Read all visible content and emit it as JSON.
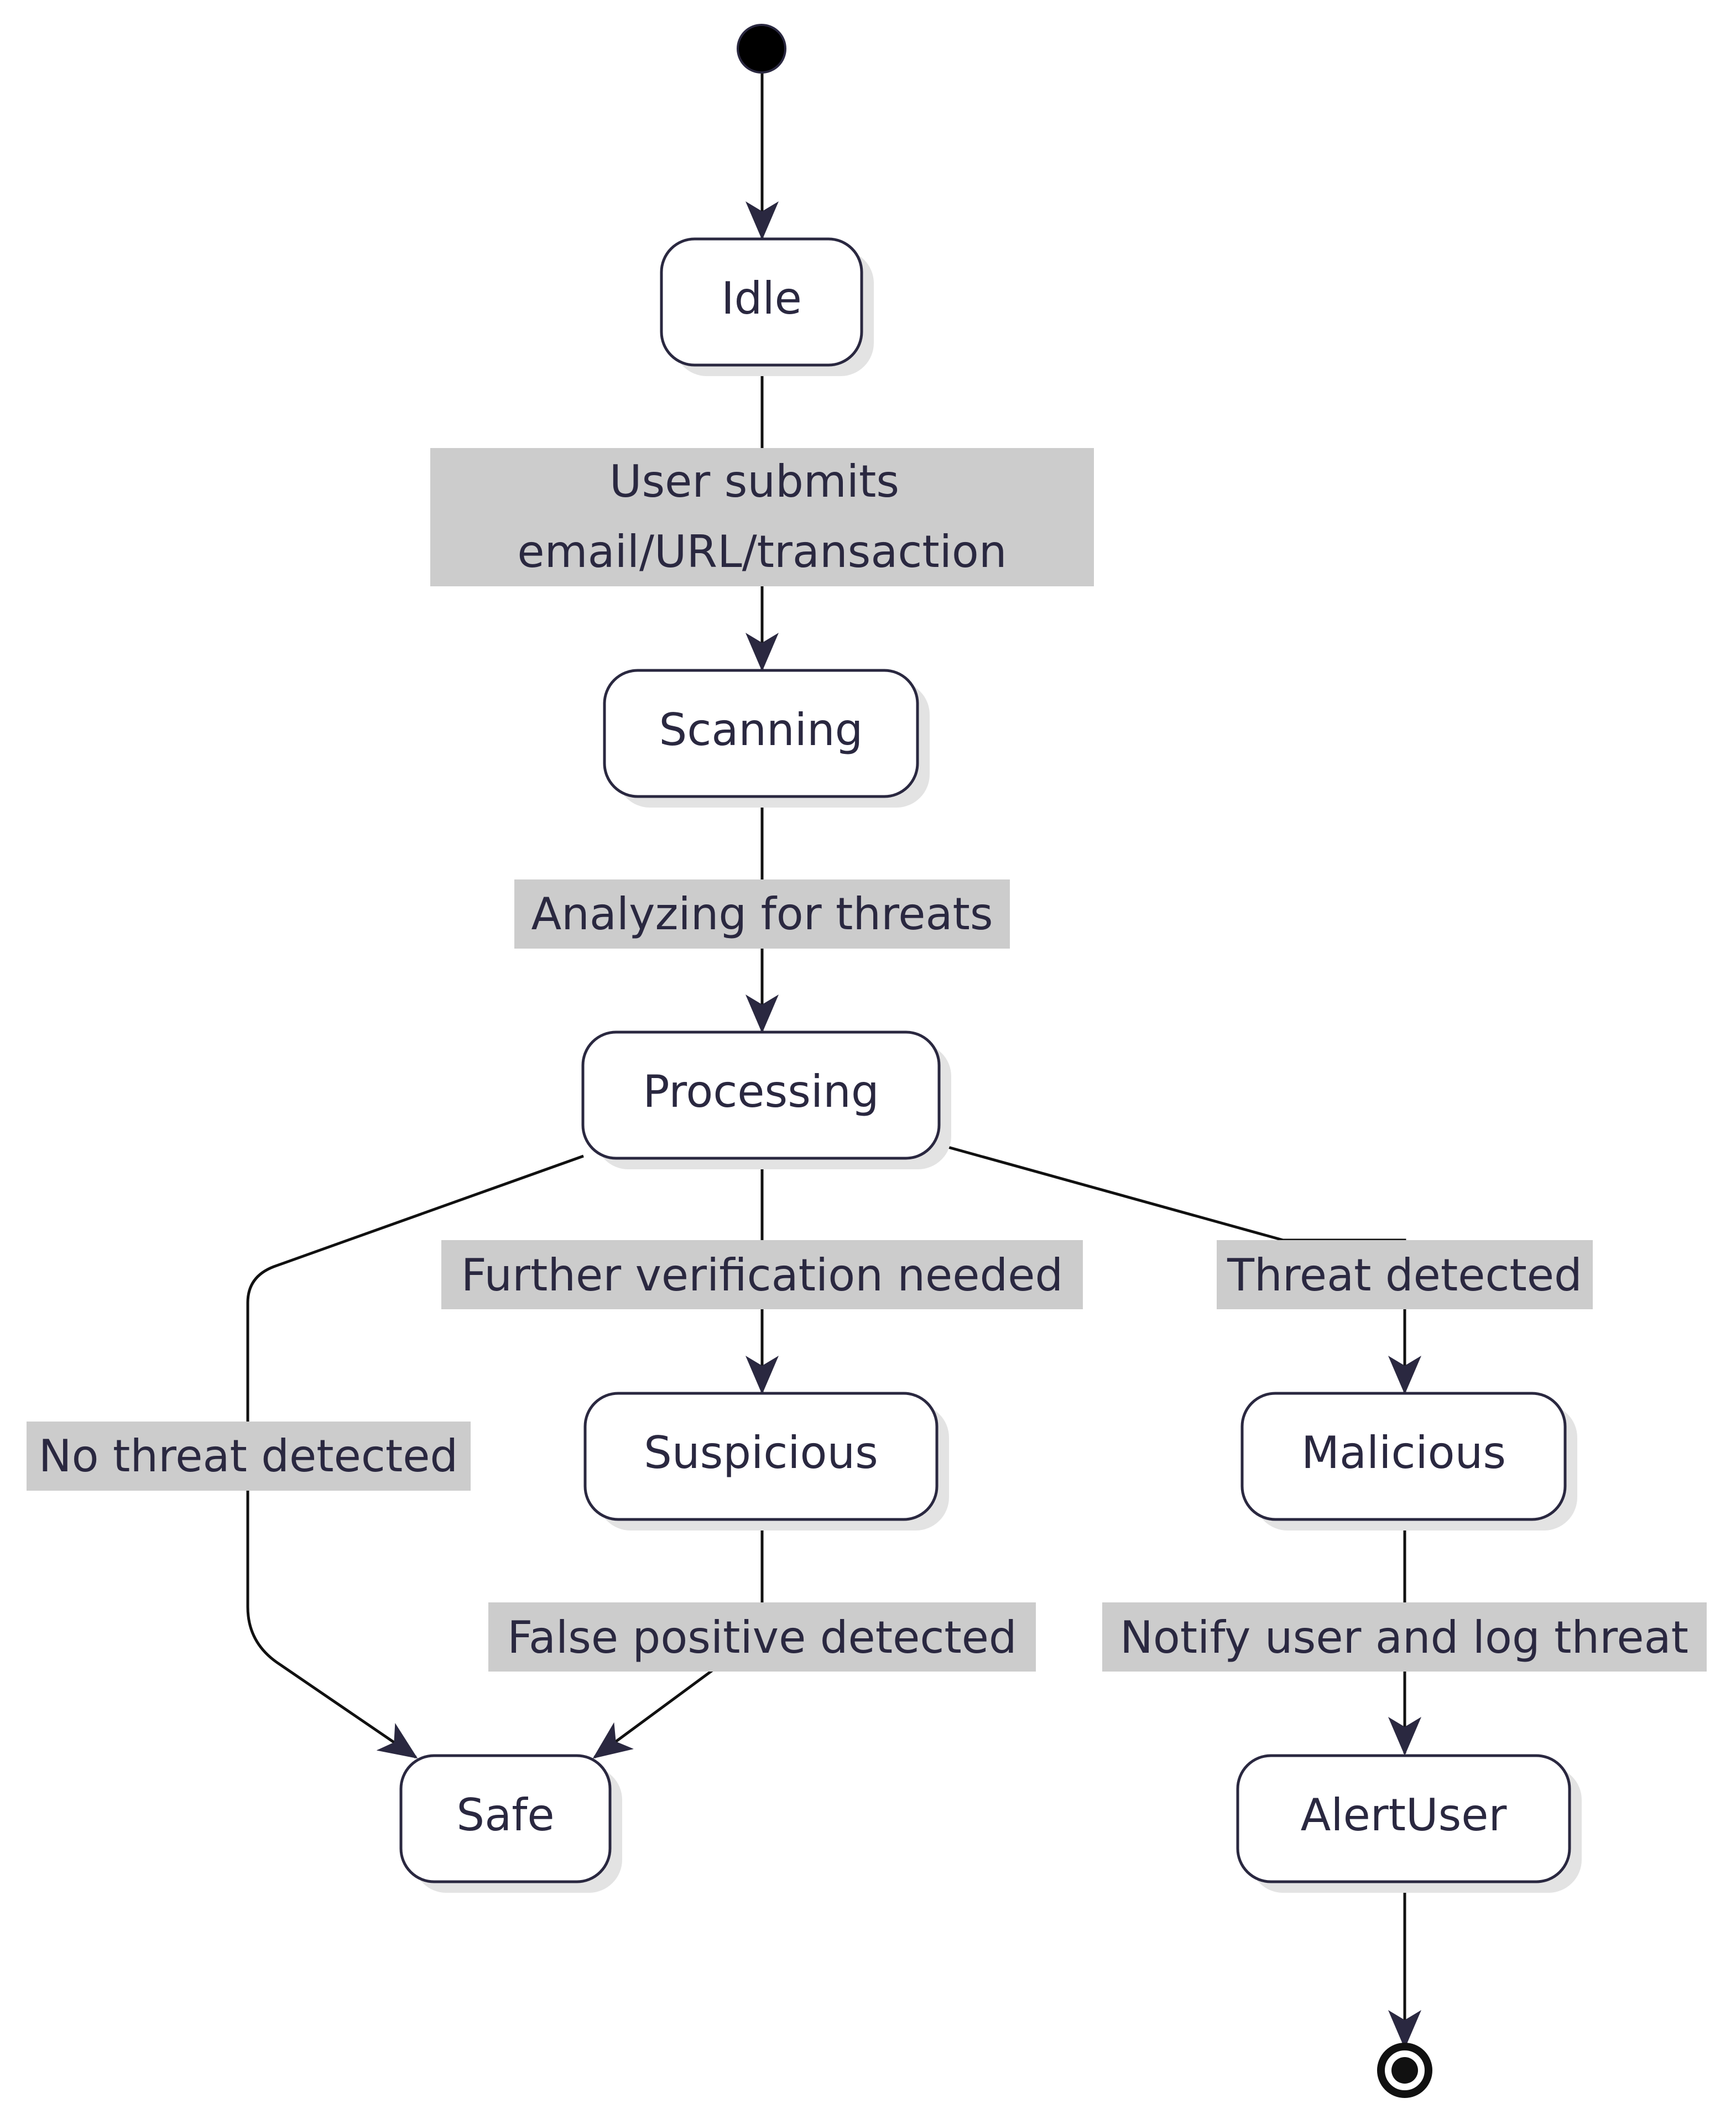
{
  "colors": {
    "background": "#ffffff",
    "state_fill": "#ffffff",
    "state_border": "#2a2840",
    "text": "#2a2840",
    "edge": "#111111",
    "arrowhead": "#2a2840",
    "label_background": "#cccccc",
    "shadow": "#e3e3e3"
  },
  "states": {
    "idle": "Idle",
    "scanning": "Scanning",
    "processing": "Processing",
    "suspicious": "Suspicious",
    "malicious": "Malicious",
    "safe": "Safe",
    "alert_user": "AlertUser"
  },
  "transitions": {
    "idle_to_scanning_line1": "User submits",
    "idle_to_scanning_line2": "email/URL/transaction",
    "scanning_to_processing": "Analyzing for threats",
    "processing_to_suspicious": "Further verification needed",
    "processing_to_malicious": "Threat detected",
    "processing_to_safe": "No threat detected",
    "suspicious_to_safe": "False positive detected",
    "malicious_to_alert": "Notify user and log threat"
  }
}
